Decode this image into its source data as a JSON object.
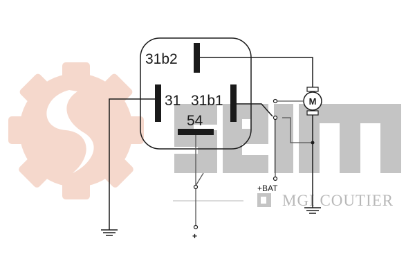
{
  "watermark": {
    "brand_text": "MGI COUTIER",
    "gear_color": "#f5d8cc",
    "letters_color": "#c4c4c4",
    "logo_lettering": "seim"
  },
  "relay": {
    "pins": [
      {
        "id": "31b2",
        "label": "31b2"
      },
      {
        "id": "31",
        "label": "31"
      },
      {
        "id": "31b1",
        "label": "31b1"
      },
      {
        "id": "54",
        "label": "54"
      }
    ]
  },
  "terminals": {
    "bat_label": "+BAT",
    "plus_label": "+"
  },
  "motor": {
    "label": "M"
  },
  "colors": {
    "line": "#1a1a1a",
    "background": "#ffffff"
  }
}
